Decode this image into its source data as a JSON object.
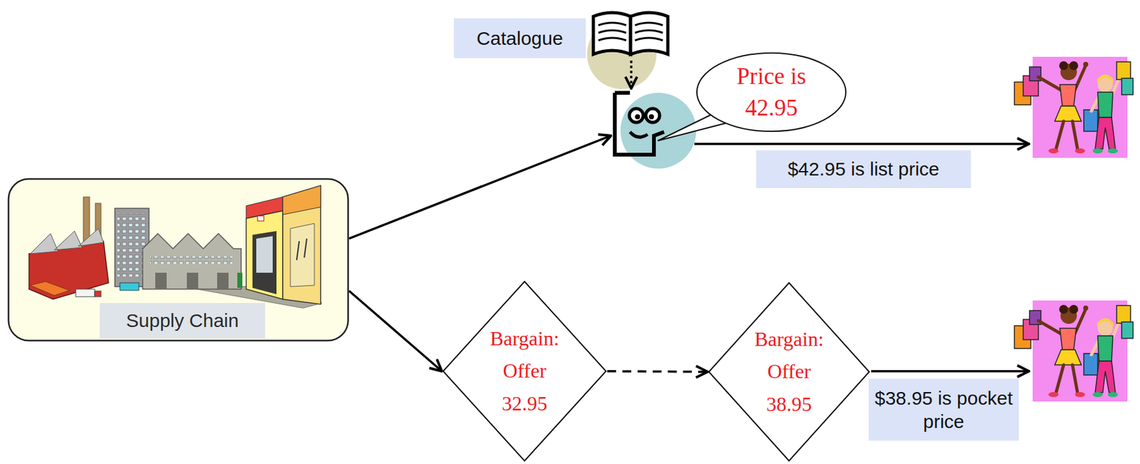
{
  "diagram": {
    "nodes": [
      {
        "text": [
          "Supply Chain"
        ]
      },
      {
        "text": [
          "Catalogue"
        ]
      },
      {
        "text": [
          "Price is 42.95"
        ]
      },
      {
        "text": [
          "Bargain: Offer 32.95"
        ]
      },
      {
        "text": [
          "Bargain: Offer 38.95"
        ]
      }
    ],
    "edges": [
      {
        "from": 0,
        "to": 2,
        "arrow": "to"
      },
      {
        "from": 0,
        "to": 3,
        "arrow": "to"
      },
      {
        "from": 3,
        "to": 4,
        "arrow": "to"
      }
    ],
    "labels": [
      "$42.95 is list price",
      "$38.95 is pocket price"
    ]
  }
}
